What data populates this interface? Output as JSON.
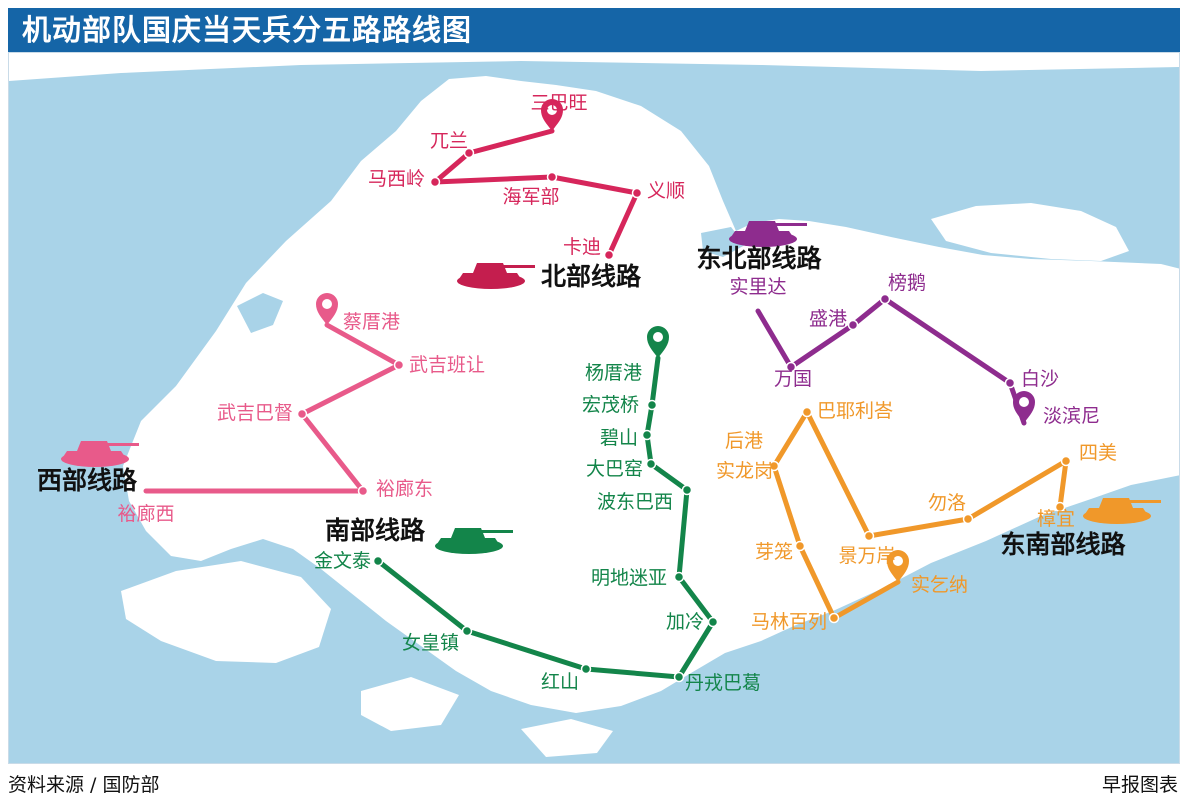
{
  "title": "机动部队国庆当天兵分五路路线图",
  "source": "资料来源 / 国防部",
  "credit": "早报图表",
  "colors": {
    "sea": "#a9d3e8",
    "land": "#ffffff",
    "title_bar": "#1565a7"
  },
  "routes": [
    {
      "id": "north",
      "name": "北部线路",
      "color": "#d6265b",
      "tank_color": "#c41e4e",
      "stations": [
        {
          "name": "三巴旺",
          "marker": "pin"
        },
        {
          "name": "兀兰",
          "marker": "dot"
        },
        {
          "name": "马西岭",
          "marker": "dot"
        },
        {
          "name": "海军部",
          "marker": "dot"
        },
        {
          "name": "义顺",
          "marker": "dot"
        },
        {
          "name": "卡迪",
          "marker": "dot"
        }
      ]
    },
    {
      "id": "northeast",
      "name": "东北部线路",
      "color": "#8e2c8e",
      "tank_color": "#8e2c8e",
      "stations": [
        {
          "name": "实里达",
          "marker": "none"
        },
        {
          "name": "万国",
          "marker": "dot"
        },
        {
          "name": "盛港",
          "marker": "dot"
        },
        {
          "name": "榜鹅",
          "marker": "dot"
        },
        {
          "name": "白沙",
          "marker": "dot"
        },
        {
          "name": "淡滨尼",
          "marker": "pin"
        }
      ]
    },
    {
      "id": "west",
      "name": "西部线路",
      "color": "#e85a8a",
      "tank_color": "#e85a8a",
      "stations": [
        {
          "name": "蔡厝港",
          "marker": "pin"
        },
        {
          "name": "武吉班让",
          "marker": "dot"
        },
        {
          "name": "武吉巴督",
          "marker": "dot"
        },
        {
          "name": "裕廊东",
          "marker": "dot"
        },
        {
          "name": "裕廊西",
          "marker": "none"
        }
      ]
    },
    {
      "id": "central",
      "name": "南部线路",
      "color": "#13854a",
      "tank_color": "#13854a",
      "stations": [
        {
          "name": "杨厝港",
          "marker": "pin"
        },
        {
          "name": "宏茂桥",
          "marker": "dot"
        },
        {
          "name": "碧山",
          "marker": "dot"
        },
        {
          "name": "大巴窑",
          "marker": "dot"
        },
        {
          "name": "波东巴西",
          "marker": "dot"
        },
        {
          "name": "明地迷亚",
          "marker": "dot"
        },
        {
          "name": "加冷",
          "marker": "dot"
        },
        {
          "name": "丹戎巴葛",
          "marker": "dot"
        },
        {
          "name": "红山",
          "marker": "dot"
        },
        {
          "name": "女皇镇",
          "marker": "dot"
        },
        {
          "name": "金文泰",
          "marker": "dot"
        }
      ]
    },
    {
      "id": "southeast",
      "name": "东南部线路",
      "color": "#f0982a",
      "tank_color": "#f0982a",
      "stations": [
        {
          "name": "巴耶利峇",
          "marker": "dot"
        },
        {
          "name": "后港",
          "marker": "none"
        },
        {
          "name": "实龙岗",
          "marker": "dot"
        },
        {
          "name": "芽笼",
          "marker": "dot"
        },
        {
          "name": "马林百列",
          "marker": "dot"
        },
        {
          "name": "实乞纳",
          "marker": "pin"
        },
        {
          "name": "景万岸",
          "marker": "dot"
        },
        {
          "name": "勿洛",
          "marker": "dot"
        },
        {
          "name": "四美",
          "marker": "dot"
        },
        {
          "name": "樟宜",
          "marker": "dot"
        }
      ]
    }
  ]
}
